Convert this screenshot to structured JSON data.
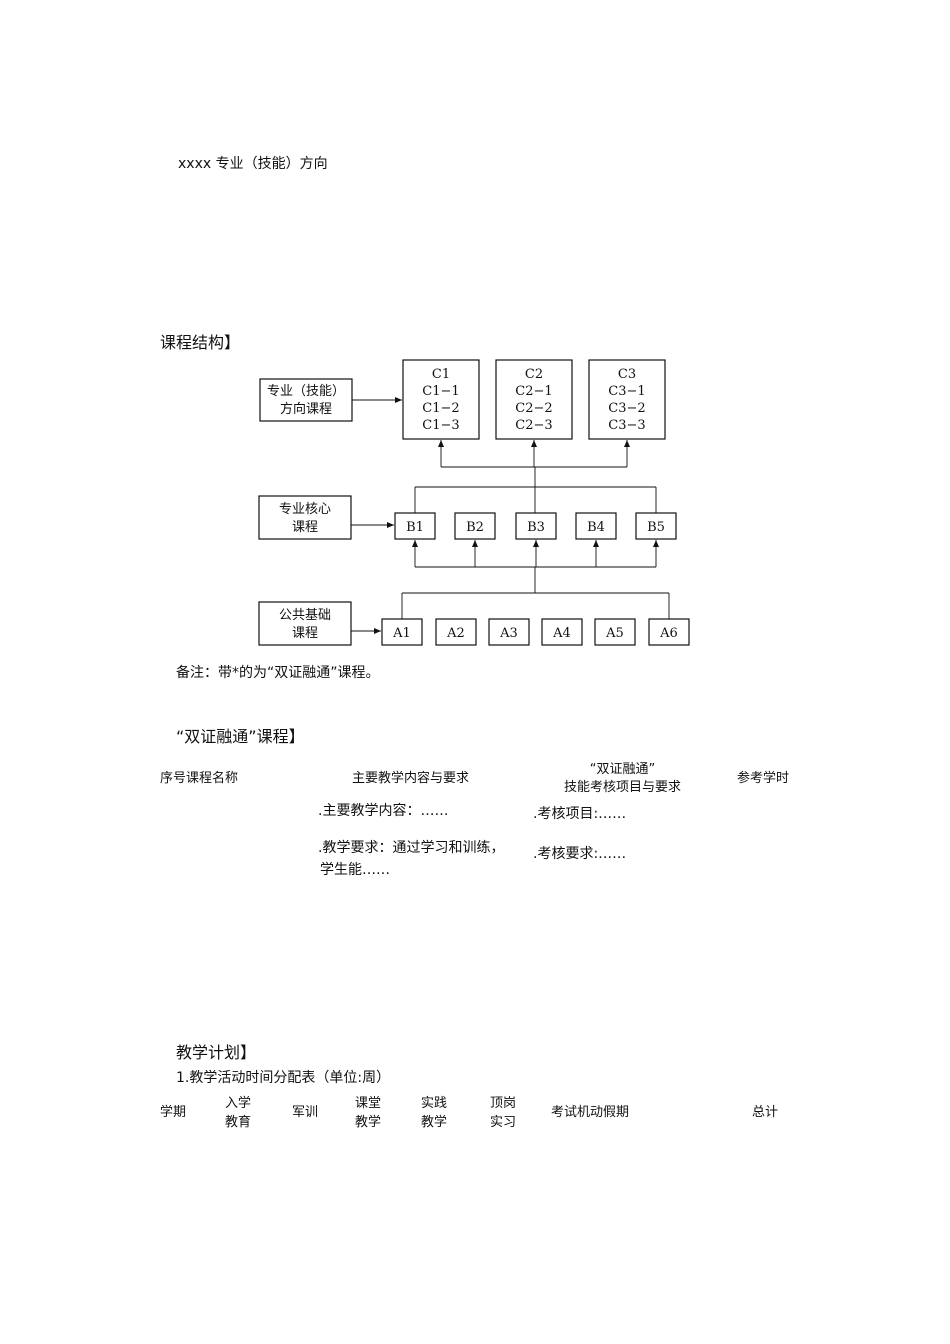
{
  "top_heading": "xxxx 专业（技能）方向",
  "section_structure": {
    "title": "课程结构】"
  },
  "diagram": {
    "direction_label": [
      "专业（技能）",
      "方向课程"
    ],
    "core_label": [
      "专业核心",
      "课程"
    ],
    "basic_label": [
      "公共基础",
      "课程"
    ],
    "c_boxes": [
      {
        "lines": [
          "C1",
          "C1−1",
          "C1−2",
          "C1−3"
        ]
      },
      {
        "lines": [
          "C2",
          "C2−1",
          "C2−2",
          "C2−3"
        ]
      },
      {
        "lines": [
          "C3",
          "C3−1",
          "C3−2",
          "C3−3"
        ]
      }
    ],
    "b_boxes": [
      "B1",
      "B2",
      "B3",
      "B4",
      "B5"
    ],
    "a_boxes": [
      "A1",
      "A2",
      "A3",
      "A4",
      "A5",
      "A6"
    ]
  },
  "note": "备注：带*的为“双证融通”课程。",
  "section_dual": {
    "title": "“双证融通”课程】",
    "headers": {
      "seq_name": "序号课程名称",
      "content": "主要教学内容与要求",
      "dual_line1": "“双证融通”",
      "dual_line2": "技能考核项目与要求",
      "hours": "参考学时"
    },
    "content_item1": ".主要教学内容：……",
    "content_item2_line1": ".教学要求：通过学习和训练，",
    "content_item2_line2": "学生能……",
    "exam_item1": ".考核项目:……",
    "exam_item2": ".考核要求:……"
  },
  "section_plan": {
    "title": "教学计划】",
    "subtitle": "1.教学活动时间分配表（单位:周）",
    "headers": {
      "term": "学期",
      "entry_1": "入学",
      "entry_2": "教育",
      "military": "军训",
      "class_1": "课堂",
      "class_2": "教学",
      "practice_1": "实践",
      "practice_2": "教学",
      "intern_1": "顶岗",
      "intern_2": "实习",
      "exam_holiday": "考试机动假期",
      "total": "总计"
    }
  }
}
